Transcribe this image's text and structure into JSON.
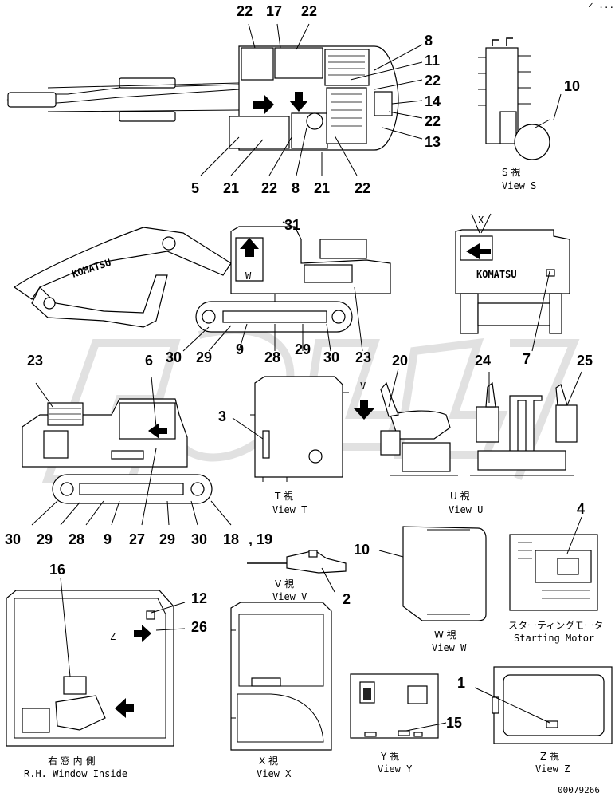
{
  "corner_mark": "✓ ....",
  "doc_id": "00079266",
  "logo": "KOMATSU",
  "captions": {
    "view_s_jp": "S 視",
    "view_s": "View S",
    "view_t_jp": "T 視",
    "view_t": "View T",
    "view_u_jp": "U 視",
    "view_u": "View U",
    "view_v_jp": "V 視",
    "view_v": "View V",
    "view_w_jp": "W 視",
    "view_w": "View W",
    "starting_motor_jp": "スターティングモータ",
    "starting_motor": "Starting Motor",
    "rh_window_jp": "右 窓 内 側",
    "rh_window": "R.H. Window Inside",
    "view_x_jp": "X 視",
    "view_x": "View X",
    "view_y_jp": "Y 視",
    "view_y": "View Y",
    "view_z_jp": "Z 視",
    "view_z": "View Z"
  },
  "view_letters": {
    "x_top": "X",
    "v_mid": "V",
    "w_mid": "W",
    "z_left": "Z"
  },
  "callouts": {
    "top_22a": "22",
    "top_17": "17",
    "top_22b": "22",
    "top_8": "8",
    "top_11": "11",
    "top_22c": "22",
    "top_14": "14",
    "top_22d": "22",
    "top_13": "13",
    "top_5": "5",
    "top_21a": "21",
    "top_22e": "22",
    "top_8b": "8",
    "top_21b": "21",
    "top_22f": "22",
    "s_10": "10",
    "side_31": "31",
    "side_30a": "30",
    "side_29a": "29",
    "side_9a": "9",
    "side_28a": "28",
    "side_29b": "29",
    "side_30b": "30",
    "side_23": "23",
    "x_7": "7",
    "rear_23": "23",
    "rear_6": "6",
    "t_3": "3",
    "u_20": "20",
    "u_24": "24",
    "u_25": "25",
    "rear_30a": "30",
    "rear_29a": "29",
    "rear_28": "28",
    "rear_9": "9",
    "rear_27": "27",
    "rear_29b": "29",
    "rear_30b": "30",
    "rear_18": "18",
    "rear_19": ", 19",
    "w_10": "10",
    "v_2": "2",
    "sm_4": "4",
    "win_16": "16",
    "win_12": "12",
    "win_26": "26",
    "y_15": "15",
    "z_1": "1"
  }
}
